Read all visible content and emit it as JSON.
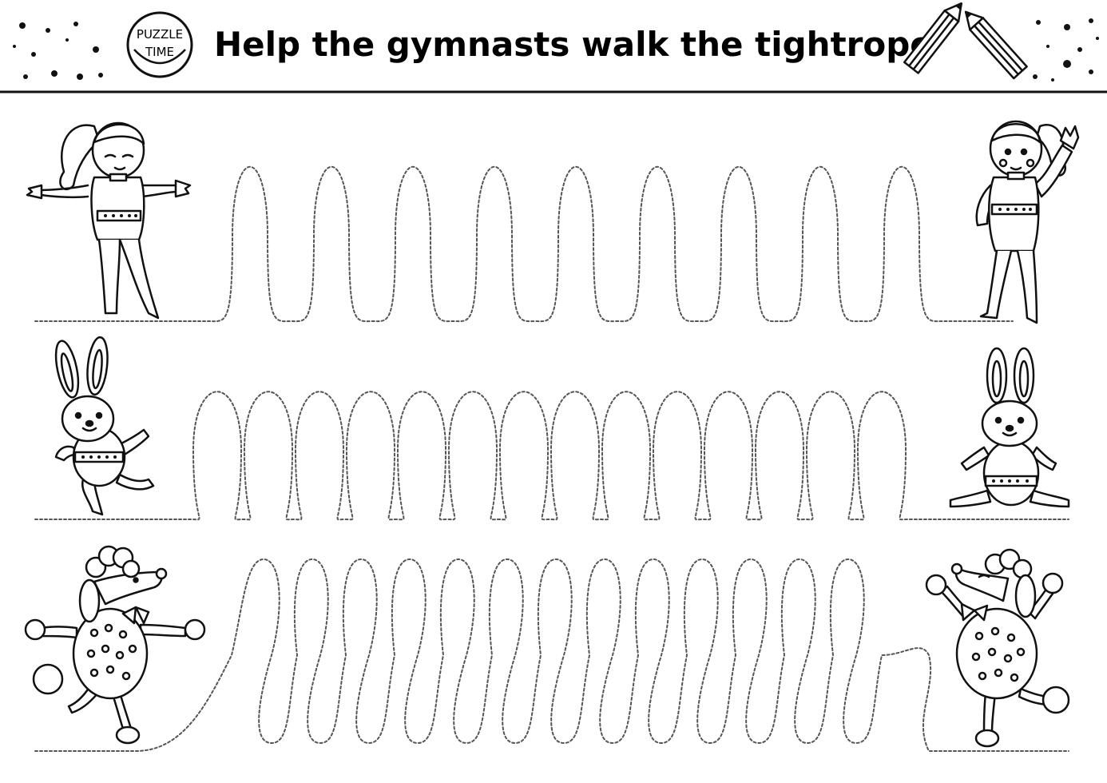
{
  "header": {
    "badge_line1": "PUZZLE",
    "badge_line2": "TIME",
    "title": "Help the gymnasts walk the tightrope"
  },
  "colors": {
    "ink": "#111111",
    "paper": "#ffffff",
    "trace": "#555555"
  },
  "icons": [
    "pencil-icon",
    "pencil-icon",
    "confetti-dots"
  ],
  "rows": [
    {
      "left": "girl-gymnast",
      "right": "girl-gymnast",
      "path": "loops-9"
    },
    {
      "left": "bunny-gymnast",
      "right": "bunny-gymnast",
      "path": "loops-14"
    },
    {
      "left": "poodle-gymnast",
      "right": "poodle-gymnast",
      "path": "loops-13"
    }
  ]
}
